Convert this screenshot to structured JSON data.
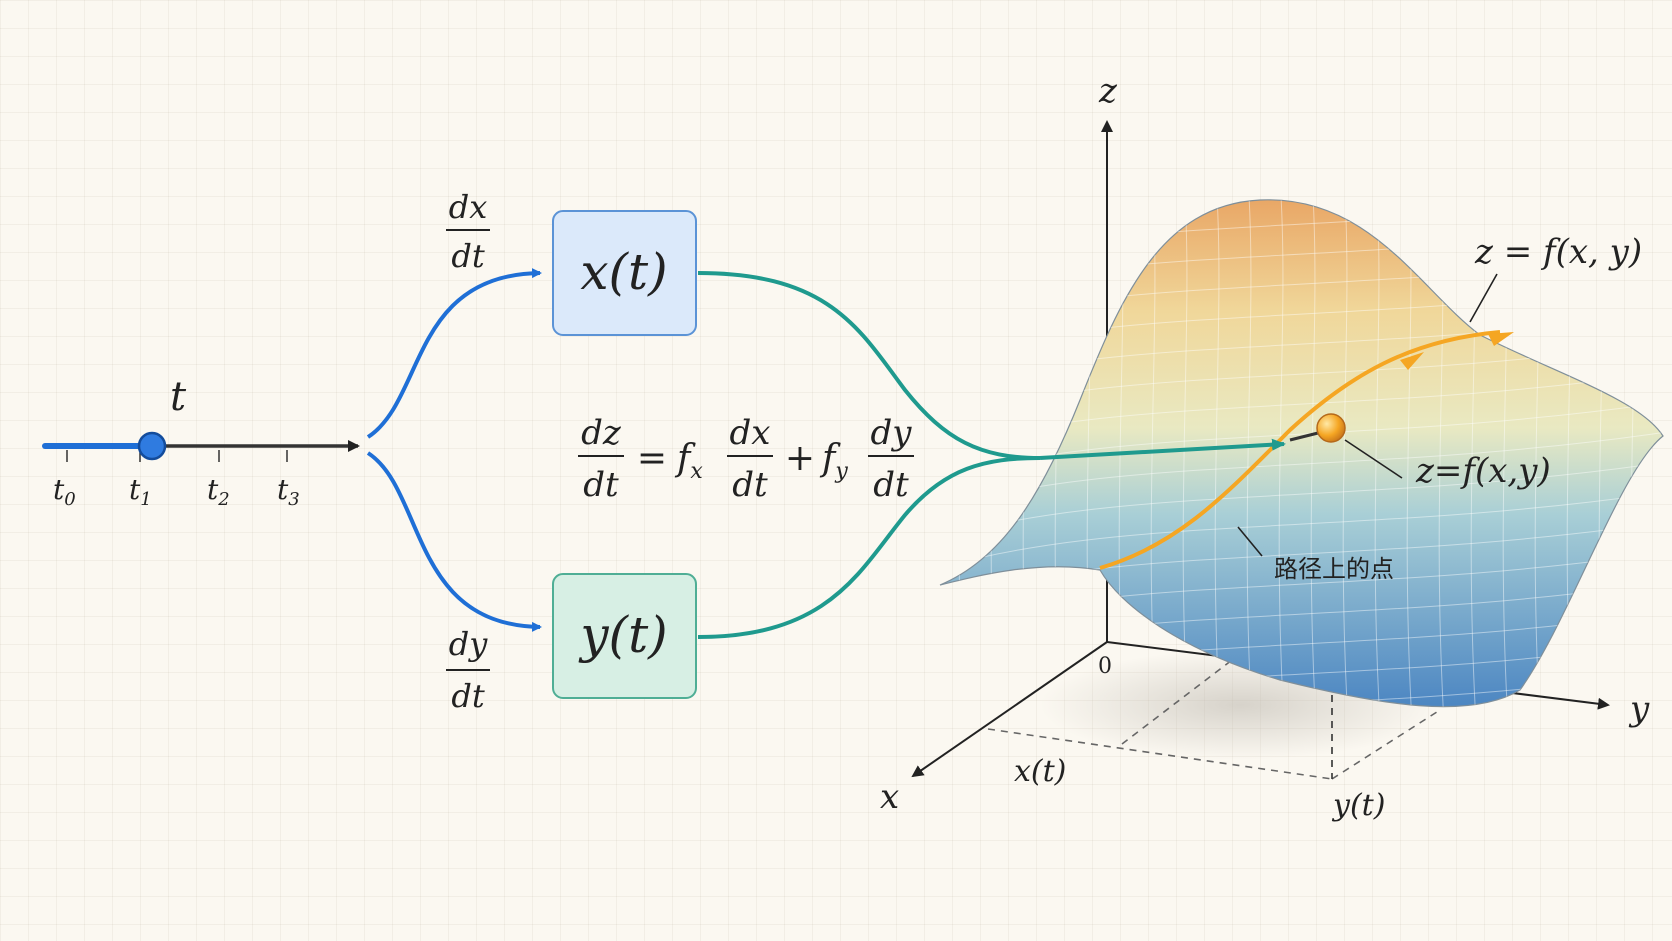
{
  "timeline": {
    "variable": "t",
    "ticks": [
      {
        "base": "t",
        "sub": "0"
      },
      {
        "base": "t",
        "sub": "1"
      },
      {
        "base": "t",
        "sub": "2"
      },
      {
        "base": "t",
        "sub": "3"
      }
    ]
  },
  "branches": {
    "top": {
      "num": "dx",
      "den": "dt"
    },
    "bottom": {
      "num": "dy",
      "den": "dt"
    }
  },
  "boxes": {
    "x": {
      "label": "x(t)",
      "fill": "#dbe9fa",
      "stroke": "#5b93d6"
    },
    "y": {
      "label": "y(t)",
      "fill": "#d7efe4",
      "stroke": "#4fae95"
    }
  },
  "formula": {
    "lhs_num": "dz",
    "lhs_den": "dt",
    "eq": "=",
    "f_x": "f",
    "f_x_sub": "x",
    "t1_num": "dx",
    "t1_den": "dt",
    "plus": "+",
    "f_y": "f",
    "f_y_sub": "y",
    "t2_num": "dy",
    "t2_den": "dt"
  },
  "surface": {
    "axis_z": "z",
    "axis_x": "x",
    "axis_y": "y",
    "origin": "0",
    "label_top": "z = f(x, y)",
    "label_point": "z=f(x,y)",
    "path_point_label": "路径上的点",
    "proj_x": "x(t)",
    "proj_y": "y(t)"
  },
  "colors": {
    "blue": "#1f6fd6",
    "teal": "#1f9a8e",
    "orange": "#f5a623",
    "axis": "#222222"
  }
}
